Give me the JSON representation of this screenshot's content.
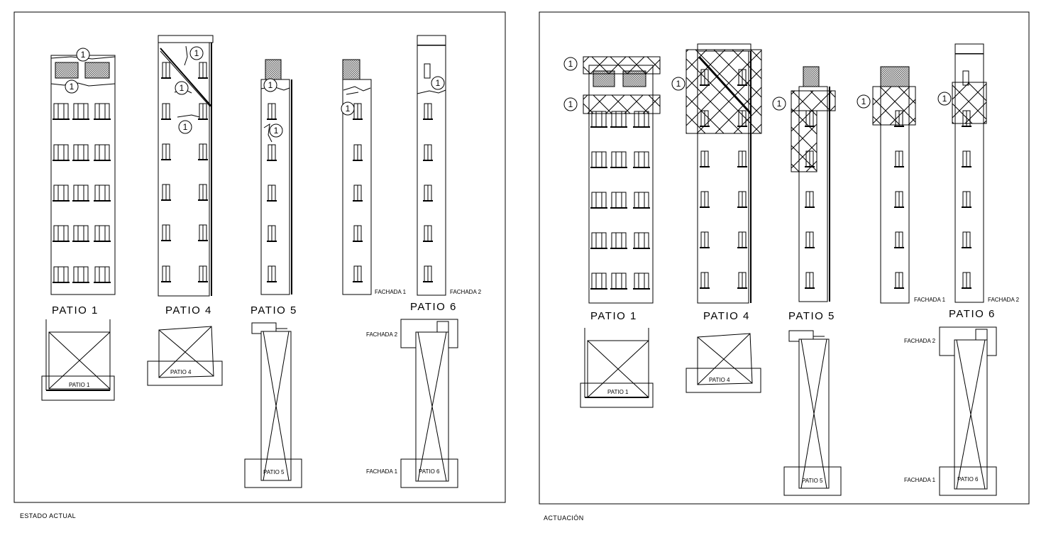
{
  "panels": [
    {
      "caption": "ESTADO ACTUAL",
      "elevation_labels": {
        "patio1": "PATIO 1",
        "patio4": "PATIO 4",
        "patio5": "PATIO 5",
        "patio6": "PATIO 6"
      },
      "facade_labels": {
        "fachada1": "FACHADA 1",
        "fachada2": "FACHADA 2"
      },
      "plan_labels": {
        "patio1": "PATIO 1",
        "patio4": "PATIO 4",
        "patio5": "PATIO 5",
        "patio6": "PATIO 6"
      },
      "plan_facade_labels": {
        "fachada1": "FACHADA 1",
        "fachada2": "FACHADA 2"
      },
      "marker": "1"
    },
    {
      "caption": "ACTUACIÓN",
      "elevation_labels": {
        "patio1": "PATIO 1",
        "patio4": "PATIO 4",
        "patio5": "PATIO 5",
        "patio6": "PATIO 6"
      },
      "facade_labels": {
        "fachada1": "FACHADA 1",
        "fachada2": "FACHADA 2"
      },
      "plan_labels": {
        "patio1": "PATIO 1",
        "patio4": "PATIO 4",
        "patio5": "PATIO 5",
        "patio6": "PATIO 6"
      },
      "plan_facade_labels": {
        "fachada1": "FACHADA 1",
        "fachada2": "FACHADA 2"
      },
      "marker": "1"
    }
  ],
  "colors": {
    "line": "#000000",
    "background": "#ffffff",
    "hatch_fill": "#c8c8c8"
  }
}
